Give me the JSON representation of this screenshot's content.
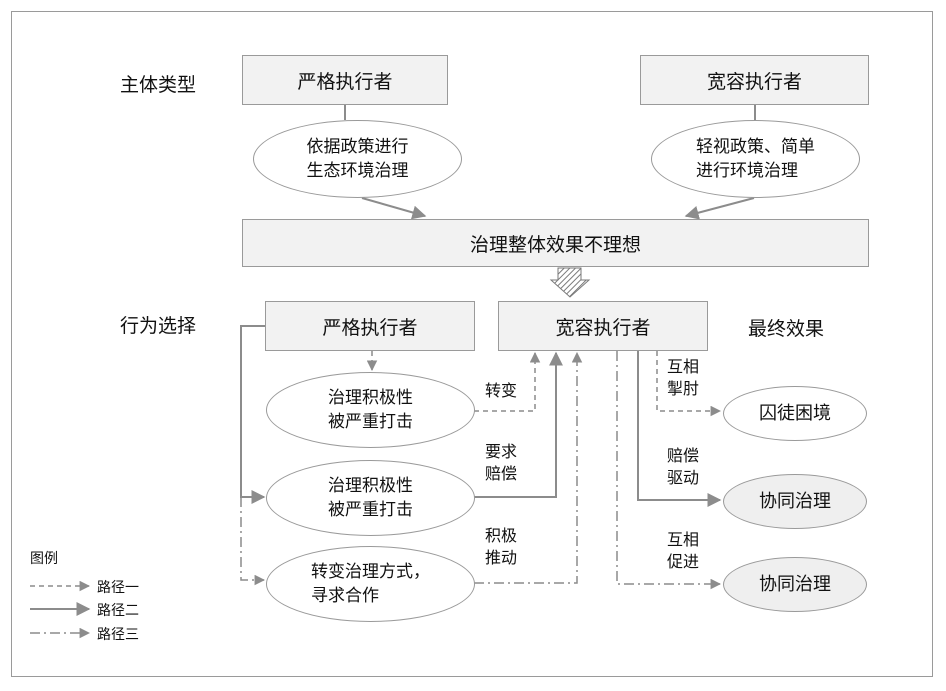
{
  "rows": {
    "actor_type": "主体类型",
    "behavior": "行为选择",
    "final_effect": "最终效果"
  },
  "top": {
    "strict_box": "严格执行者",
    "lenient_box": "宽容执行者",
    "strict_ellipse": [
      "依据政策进行",
      "生态环境治理"
    ],
    "lenient_ellipse": [
      "轻视政策、简单",
      "进行环境治理"
    ],
    "overall_box": "治理整体效果不理想"
  },
  "bottom": {
    "strict_box": "严格执行者",
    "lenient_box": "宽容执行者",
    "ellipse1": [
      "治理积极性",
      "被严重打击"
    ],
    "ellipse2": [
      "治理积极性",
      "被严重打击"
    ],
    "ellipse3": [
      "转变治理方式，",
      "寻求合作"
    ],
    "edge_labels": {
      "transform": "转变",
      "compensation_req": [
        "要求",
        "赔偿"
      ],
      "active_push": [
        "积极",
        "推动"
      ],
      "mutual_restrain": [
        "互相",
        "掣肘"
      ],
      "compensation_drive": [
        "赔偿",
        "驱动"
      ],
      "mutual_promote": [
        "互相",
        "促进"
      ]
    },
    "results": [
      "囚徒困境",
      "协同治理",
      "协同治理"
    ]
  },
  "legend": {
    "title": "图例",
    "items": [
      "路径一",
      "路径二",
      "路径三"
    ]
  },
  "colors": {
    "line": "#8c8c8c",
    "box_fill": "#f2f2f2",
    "border": "#9a9a9a"
  }
}
